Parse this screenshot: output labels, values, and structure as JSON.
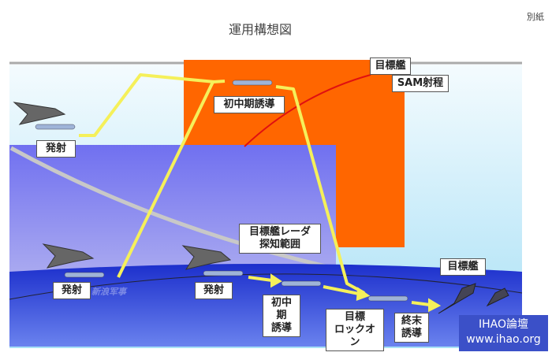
{
  "title": "運用構想図",
  "annex": "別紙",
  "labels": {
    "launch_high": "発射",
    "mid_guidance_high": "初中期誘導",
    "target_ship_sam_1": "目標艦",
    "target_ship_sam_2": "SAM射程",
    "radar_range_1": "目標艦レーダ",
    "radar_range_2": "探知範囲",
    "launch_low_1": "発射",
    "launch_low_2": "発射",
    "mid_guidance_low_1": "初中期",
    "mid_guidance_low_2": "誘導",
    "lock_on_1": "目標",
    "lock_on_2": "ロックオン",
    "terminal_1": "終末",
    "terminal_2": "誘導",
    "target_ship": "目標艦"
  },
  "watermark": "新浪军事",
  "badge": {
    "line1": "IHAO論壇",
    "line2": "www.ihao.org"
  },
  "colors": {
    "orange": "#ff6600",
    "purple": "#7b7bf5",
    "sea": "#2a3fd8",
    "path": "#f5f05a",
    "sam_arc": "#e01010"
  }
}
